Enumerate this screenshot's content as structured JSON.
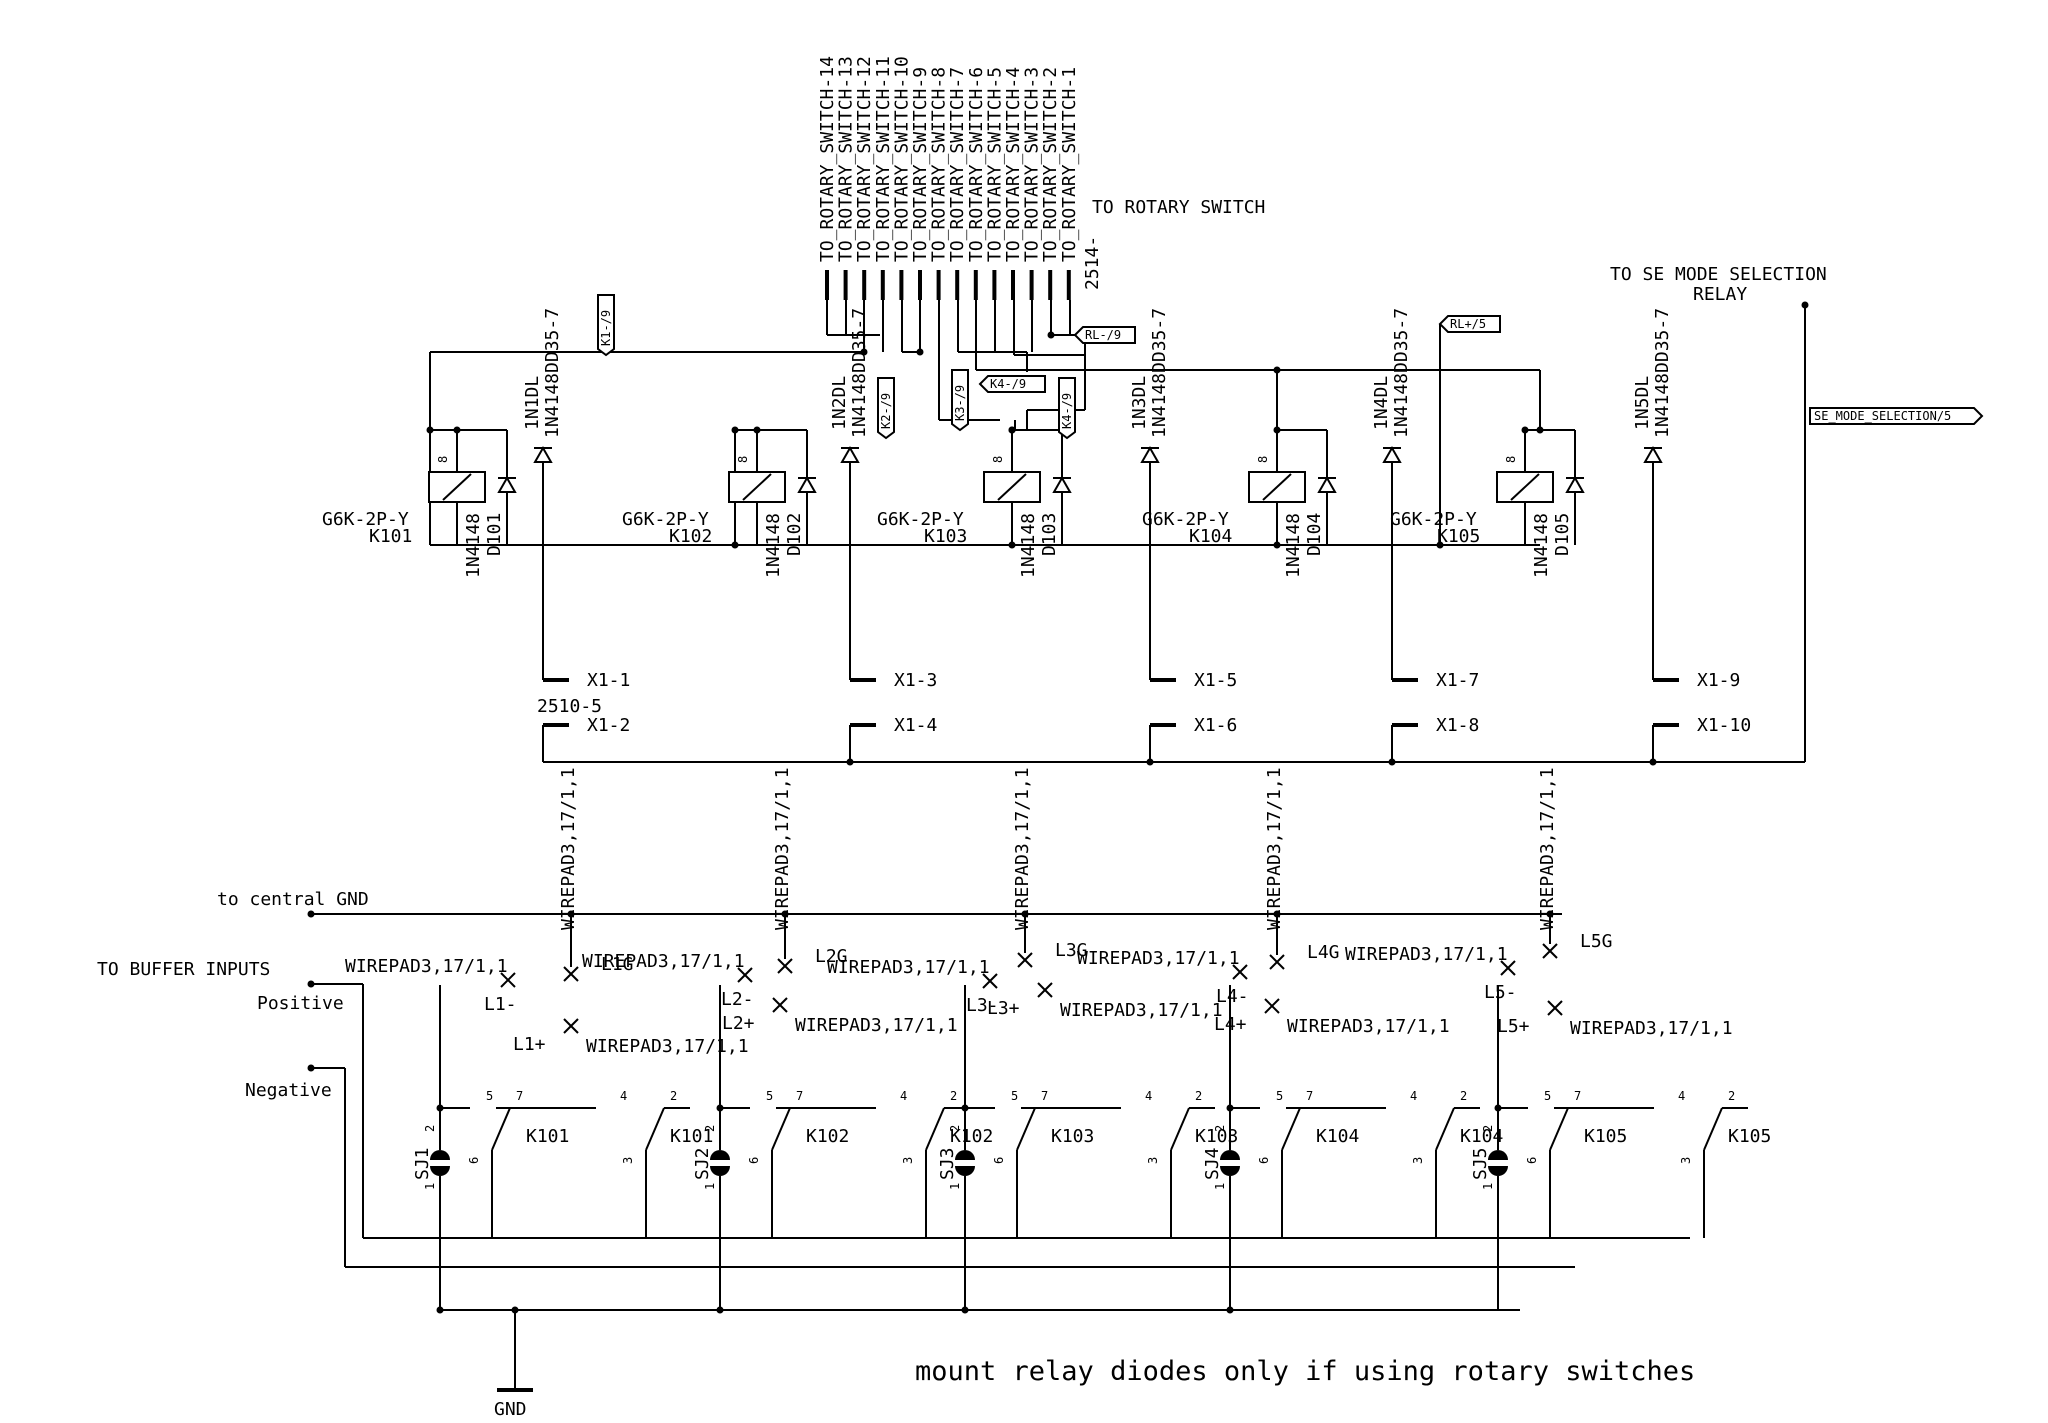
{
  "header": {
    "rotary_switch_note": "TO ROTARY SWITCH",
    "se_mode_line1": "TO SE MODE SELECTION",
    "se_mode_line2": "RELAY",
    "connector_top": "2514-",
    "connector_x1": "2510-5"
  },
  "rotary_nets": [
    "TO_ROTARY_SWITCH-14",
    "TO_ROTARY_SWITCH-13",
    "TO_ROTARY_SWITCH-12",
    "TO_ROTARY_SWITCH-11",
    "TO_ROTARY_SWITCH-10",
    "TO_ROTARY_SWITCH-9",
    "TO_ROTARY_SWITCH-8",
    "TO_ROTARY_SWITCH-7",
    "TO_ROTARY_SWITCH-6",
    "TO_ROTARY_SWITCH-5",
    "TO_ROTARY_SWITCH-4",
    "TO_ROTARY_SWITCH-3",
    "TO_ROTARY_SWITCH-2",
    "TO_ROTARY_SWITCH-1"
  ],
  "net_labels": {
    "k1": "K1-/9",
    "k2": "K2-/9",
    "k3": "K3-/9",
    "k4a": "K4-/9",
    "k4b": "K4-/9",
    "rl_minus": "RL-/9",
    "rl_plus": "RL+/5",
    "se_mode": "SE_MODE_SELECTION/5"
  },
  "relays": [
    {
      "type": "G6K-2P-Y",
      "ref": "K101",
      "diode_part": "1N4148",
      "diode_ref": "D101",
      "led_ref": "1N1DL",
      "led_part": "1N4148DD35-7"
    },
    {
      "type": "G6K-2P-Y",
      "ref": "K102",
      "diode_part": "1N4148",
      "diode_ref": "D102",
      "led_ref": "1N2DL",
      "led_part": "1N4148DD35-7"
    },
    {
      "type": "G6K-2P-Y",
      "ref": "K103",
      "diode_part": "1N4148",
      "diode_ref": "D103",
      "led_ref": "1N3DL",
      "led_part": "1N4148DD35-7"
    },
    {
      "type": "G6K-2P-Y",
      "ref": "K104",
      "diode_part": "1N4148",
      "diode_ref": "D104",
      "led_ref": "1N4DL",
      "led_part": "1N4148DD35-7"
    },
    {
      "type": "G6K-2P-Y",
      "ref": "K105",
      "diode_part": "1N4148",
      "diode_ref": "D105",
      "led_ref": "1N5DL",
      "led_part": "1N4148DD35-7"
    }
  ],
  "coil_pin": "8",
  "x1_pins": [
    "X1-1",
    "X1-2",
    "X1-3",
    "X1-4",
    "X1-5",
    "X1-6",
    "X1-7",
    "X1-8",
    "X1-9",
    "X1-10"
  ],
  "bottom": {
    "central_gnd": "to central GND",
    "buffer_inputs": "TO BUFFER INPUTS",
    "positive": "Positive",
    "negative": "Negative",
    "gnd": "GND",
    "wirepad": "WIREPAD3,17/1,1",
    "jumpers": [
      "SJ1",
      "SJ2",
      "SJ3",
      "SJ4",
      "SJ5"
    ],
    "pads_g": [
      "L1G",
      "L2G",
      "L3G",
      "L4G",
      "L5G"
    ],
    "pads_minus": [
      "L1-",
      "L2-",
      "L3-",
      "L4-",
      "L5-"
    ],
    "pads_plus": [
      "L1+",
      "L2+",
      "L3+",
      "L4+",
      "L5+"
    ],
    "switches_a": [
      "K101",
      "K102",
      "K103",
      "K104",
      "K105"
    ],
    "switches_b": [
      "K101",
      "K102",
      "K103",
      "K104",
      "K105"
    ],
    "pin_numbers": {
      "p5": "5",
      "p7": "7",
      "p4": "4",
      "p2": "2",
      "p6": "6",
      "p3": "3",
      "p1": "1",
      "p2j": "2"
    }
  },
  "note": "mount relay diodes only if using rotary switches"
}
